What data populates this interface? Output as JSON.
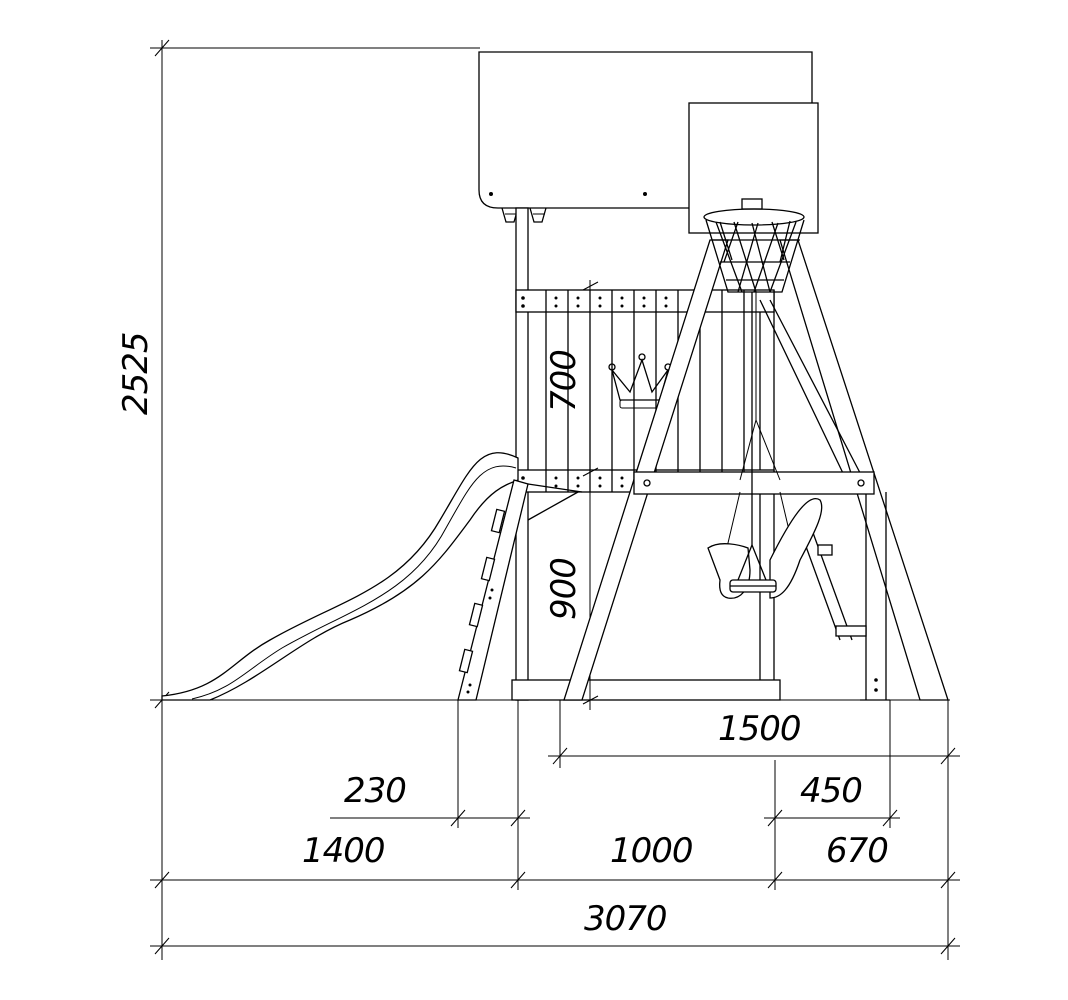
{
  "dimensions": {
    "total_height": "2525",
    "platform_rail_height": "700",
    "platform_height": "900",
    "swing_frame_width": "1500",
    "slide_ladder_offset": "230",
    "right_offset": "450",
    "slide_length": "1400",
    "tower_width": "1000",
    "right_width": "670",
    "total_length": "3070"
  },
  "colors": {
    "line": "#000000",
    "background": "#ffffff"
  }
}
